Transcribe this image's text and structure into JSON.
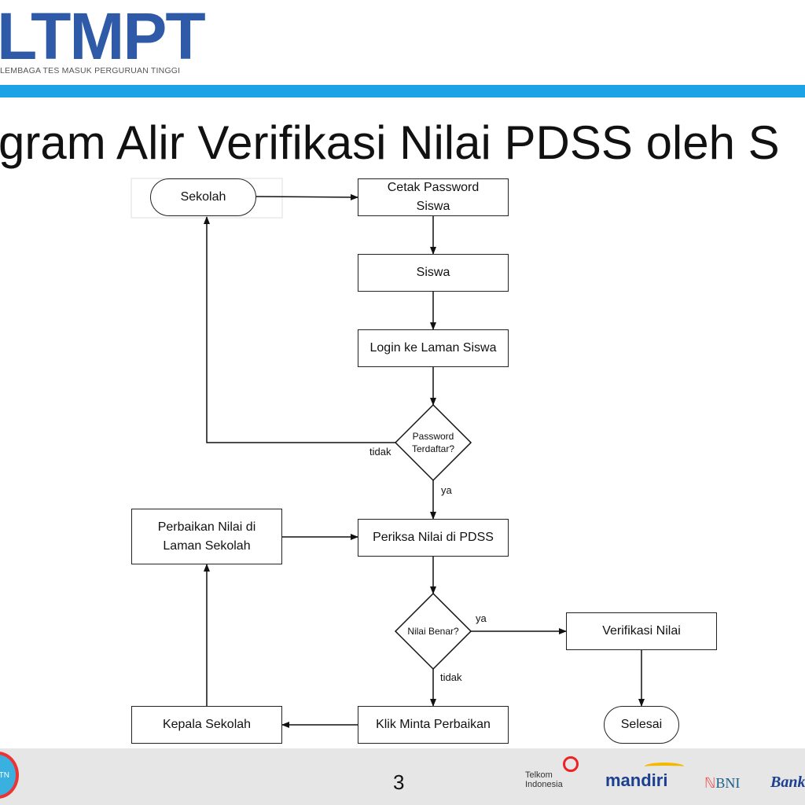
{
  "header": {
    "logo": "LTMPT",
    "logo_subtitle": "LEMBAGA TES MASUK PERGURUAN TINGGI",
    "title": "gram Alir Verifikasi Nilai PDSS oleh S"
  },
  "flow": {
    "sekolah": "Sekolah",
    "cetak": "Cetak Password Siswa",
    "siswa": "Siswa",
    "login": "Login ke Laman Siswa",
    "decision1": "Password Terdaftar?",
    "d1_no": "tidak",
    "d1_yes": "ya",
    "periksa": "Periksa Nilai di PDSS",
    "perbaikan": "Perbaikan Nilai di Laman Sekolah",
    "decision2": "Nilai Benar?",
    "d2_yes": "ya",
    "d2_no": "tidak",
    "verifikasi": "Verifikasi Nilai",
    "selesai": "Selesai",
    "klik": "Klik Minta Perbaikan",
    "kepala": "Kepala Sekolah"
  },
  "footer": {
    "page_number": "3",
    "sponsors": [
      "Telkom Indonesia",
      "mandiri",
      "BNI",
      "Bank"
    ],
    "left_logo_text": "TN"
  }
}
